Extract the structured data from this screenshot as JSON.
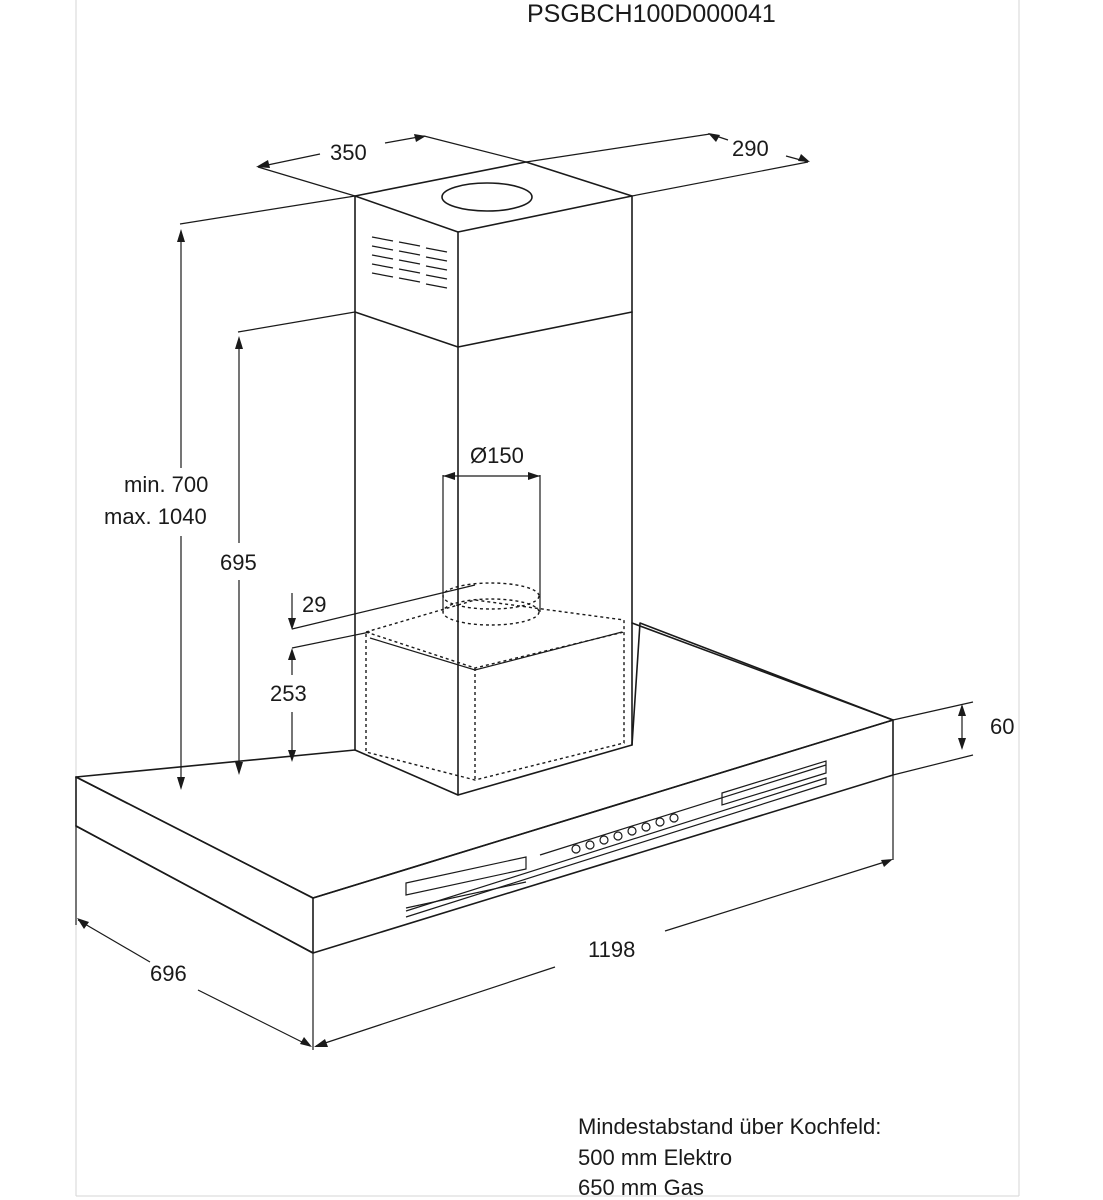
{
  "drawing": {
    "code": "PSGBCH100D000041",
    "dimensions": {
      "chimney_width": "350",
      "chimney_depth": "290",
      "height_min": "min. 700",
      "height_max": "max. 1040",
      "inner_height": "695",
      "duct_diameter": "Ø150",
      "offset_top": "29",
      "filter_height": "253",
      "canopy_height": "60",
      "canopy_width": "1198",
      "canopy_depth": "696"
    },
    "note": {
      "line1": "Mindestabstand über Kochfeld:",
      "line2": "500 mm Elektro",
      "line3": "650 mm Gas"
    }
  }
}
